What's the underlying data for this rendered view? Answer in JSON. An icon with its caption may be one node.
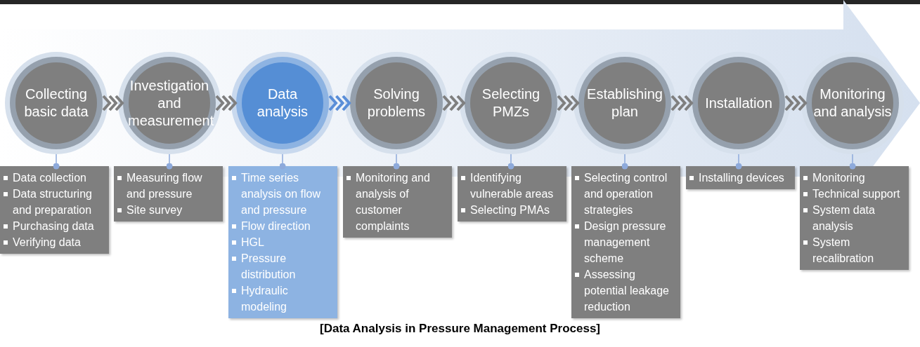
{
  "diagram": {
    "caption": "[Data Analysis in Pressure Management Process]",
    "nodes": [
      {
        "text": [
          "Collecting basic data"
        ]
      },
      {
        "text": [
          "Investigation and measurement"
        ]
      },
      {
        "text": [
          "Data analysis"
        ]
      },
      {
        "text": [
          "Solving problems"
        ]
      },
      {
        "text": [
          "Selecting PMZs"
        ]
      },
      {
        "text": [
          "Establishing plan"
        ]
      },
      {
        "text": [
          "Installation"
        ]
      },
      {
        "text": [
          "Monitoring and analysis"
        ]
      },
      {
        "text": [
          "Data collection",
          "Data structuring and preparation",
          "Purchasing data",
          "Verifying data"
        ]
      },
      {
        "text": [
          "Measuring flow and pressure",
          "Site survey"
        ]
      },
      {
        "text": [
          "Time series analysis on flow and pressure",
          "Flow direction",
          "HGL",
          "Pressure distribution",
          "Hydraulic modeling"
        ]
      },
      {
        "text": [
          "Monitoring and analysis of customer complaints"
        ]
      },
      {
        "text": [
          "Identifying vulnerable areas",
          "Selecting PMAs"
        ]
      },
      {
        "text": [
          "Selecting control and operation strategies",
          "Design pressure management scheme",
          "Assessing potential leakage reduction"
        ]
      },
      {
        "text": [
          "Installing devices"
        ]
      },
      {
        "text": [
          "Monitoring",
          "Technical support",
          "System data analysis",
          "System recalibration"
        ]
      }
    ],
    "edges": [
      {
        "from": 0,
        "to": 1,
        "arrow": "to",
        "style": "thick",
        "color": "#7f7f7f"
      },
      {
        "from": 1,
        "to": 2,
        "arrow": "to",
        "style": "thick",
        "color": "#7f7f7f"
      },
      {
        "from": 2,
        "to": 3,
        "arrow": "to",
        "style": "thick",
        "color": "#5a8ed8"
      },
      {
        "from": 3,
        "to": 4,
        "arrow": "to",
        "style": "thick",
        "color": "#7f7f7f"
      },
      {
        "from": 4,
        "to": 5,
        "arrow": "to",
        "style": "thick",
        "color": "#7f7f7f"
      },
      {
        "from": 5,
        "to": 6,
        "arrow": "to",
        "style": "thick",
        "color": "#7f7f7f"
      },
      {
        "from": 6,
        "to": 7,
        "arrow": "to",
        "style": "thick",
        "color": "#7f7f7f"
      },
      {
        "from": 0,
        "to": 8,
        "arrow": "other"
      },
      {
        "from": 1,
        "to": 9,
        "arrow": "other"
      },
      {
        "from": 2,
        "to": 10,
        "arrow": "other"
      },
      {
        "from": 3,
        "to": 11,
        "arrow": "other"
      },
      {
        "from": 4,
        "to": 12,
        "arrow": "other"
      },
      {
        "from": 5,
        "to": 13,
        "arrow": "other"
      },
      {
        "from": 6,
        "to": 14,
        "arrow": "other"
      },
      {
        "from": 7,
        "to": 15,
        "arrow": "other"
      }
    ]
  }
}
